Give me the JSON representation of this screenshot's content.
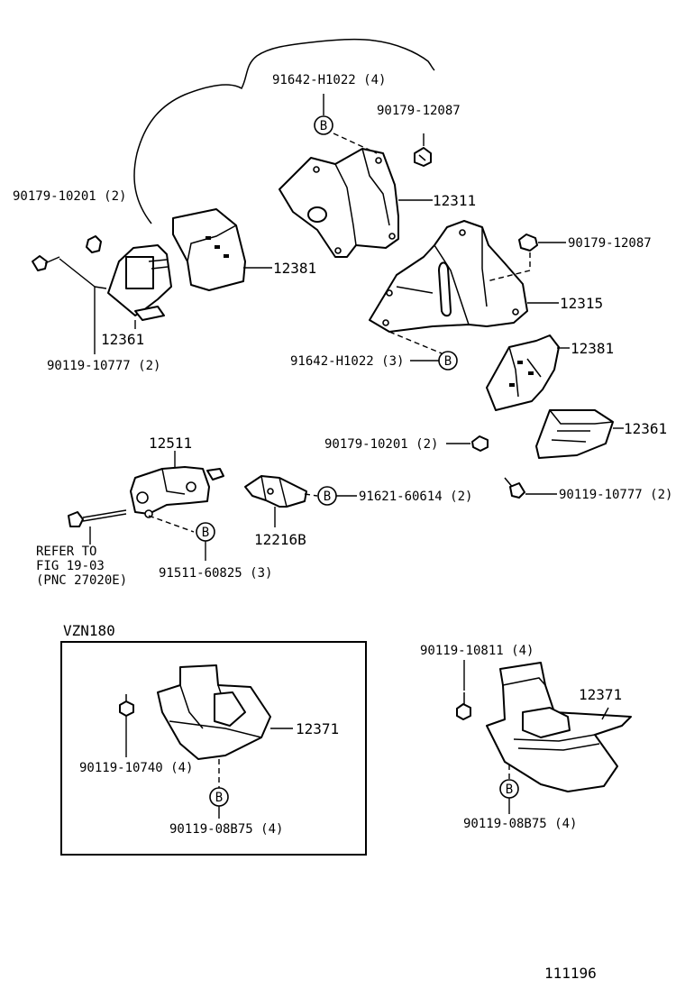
{
  "callouts": {
    "c_91642_h1022_4": "91642-H1022 (4)",
    "c_90179_12087_top": "90179-12087",
    "c_90179_10201_left": "90179-10201 (2)",
    "c_12311": "12311",
    "c_90179_12087_right": "90179-12087",
    "c_12381_left": "12381",
    "c_12315": "12315",
    "c_12361_left": "12361",
    "c_90119_10777_left": "90119-10777 (2)",
    "c_91642_h1022_3": "91642-H1022 (3)",
    "c_12381_right": "12381",
    "c_12511": "12511",
    "c_90179_10201_right": "90179-10201 (2)",
    "c_12361_right": "12361",
    "c_91621_60614": "91621-60614 (2)",
    "c_90119_10777_right": "90119-10777 (2)",
    "c_12216b": "12216B",
    "c_refer_1": "REFER TO",
    "c_refer_2": "FIG 19-03",
    "c_refer_3": "(PNC 27020E)",
    "c_91511_60825": "91511-60825 (3)",
    "c_vzn180": "VZN180",
    "c_12371_box": "12371",
    "c_90119_10740": "90119-10740 (4)",
    "c_90119_08b75_box": "90119-08B75 (4)",
    "c_90119_10811": "90119-10811 (4)",
    "c_12371_right": "12371",
    "c_90119_08b75_right": "90119-08B75 (4)",
    "c_figure_number": "111196"
  },
  "reference_mark": "B"
}
